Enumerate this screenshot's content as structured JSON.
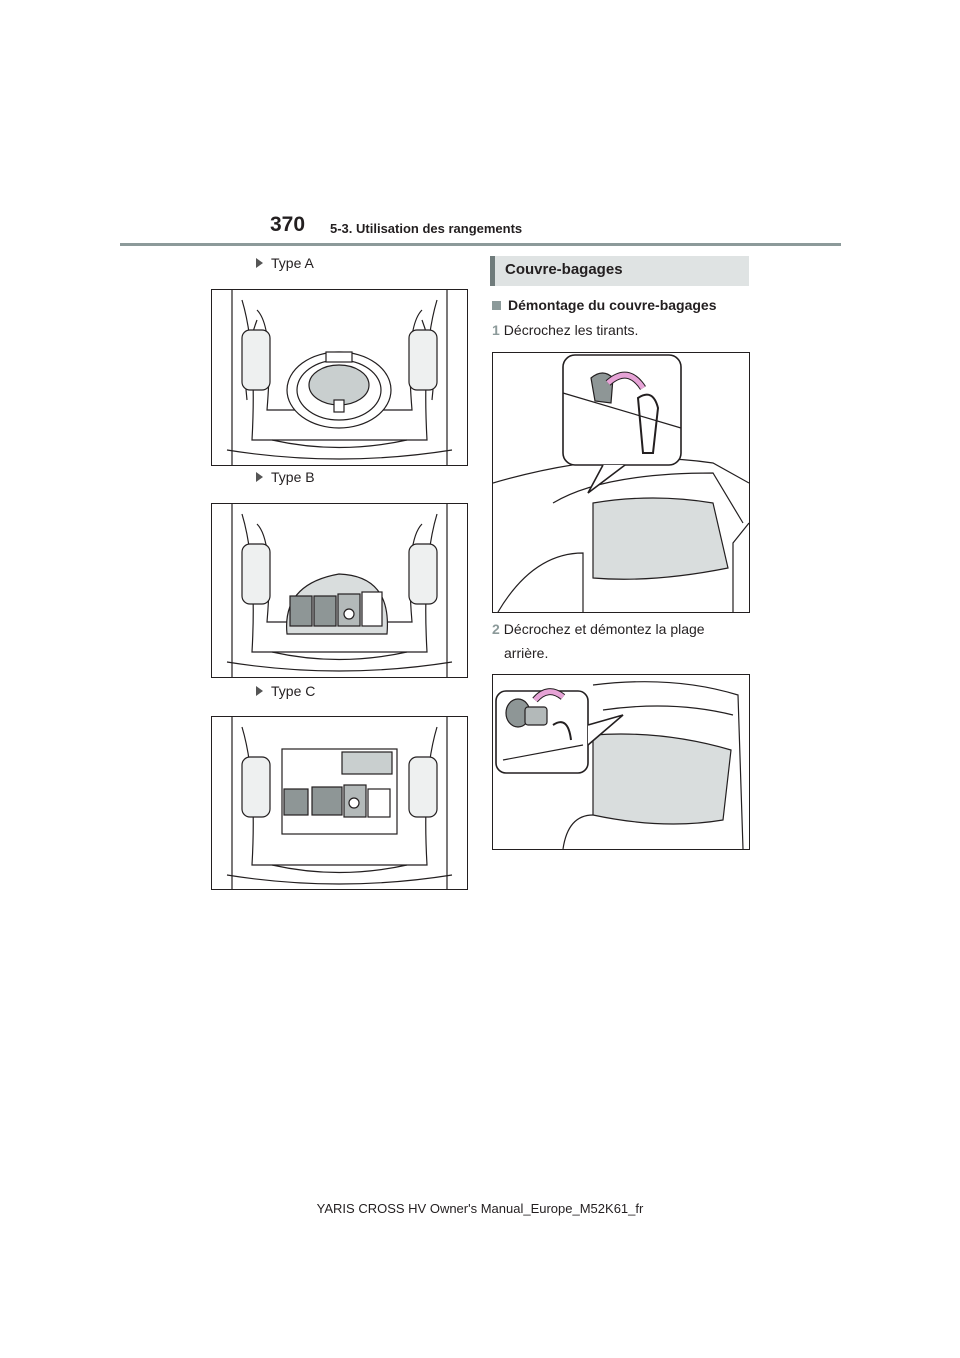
{
  "header": {
    "page_number": "370",
    "section_title": "5-3. Utilisation des rangements"
  },
  "left": {
    "type_a": "Type A",
    "type_b": "Type B",
    "type_c": "Type C"
  },
  "right": {
    "box_heading": "Couvre-bagages",
    "sub_heading": "Démontage du couvre-bagages",
    "step1_num": "1",
    "step1_text": "Décrochez les tirants.",
    "step2_num": "2",
    "step2_line1": "Décrochez et démontez la plage",
    "step2_line2": "arrière."
  },
  "footer": {
    "text": "YARIS CROSS HV Owner's Manual_Europe_M52K61_fr"
  },
  "colors": {
    "accent": "#8c9a9a",
    "highlight": "#e6a3d6",
    "panel_gray": "#dfe3e3"
  }
}
